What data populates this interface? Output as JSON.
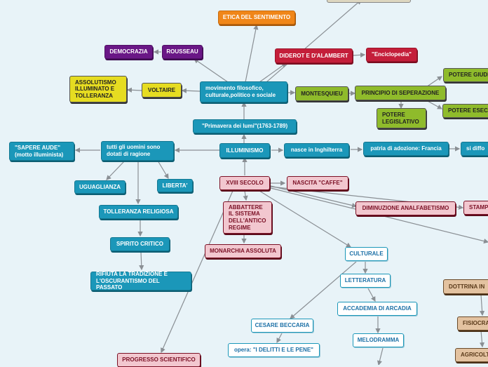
{
  "nodes": {
    "etica": "ETICA DEL SENTIMENTO",
    "democrazia": "DEMOCRAZIA",
    "rousseau": "ROUSSEAU",
    "diderot": "DIDEROT E D'ALAMBERT",
    "enciclopedia": "\"Enciclopedia\"",
    "assolutismo": "ASSOLUTISMO\nILLUMINATO E\nTOLLERANZA",
    "voltaire": "VOLTAIRE",
    "movimento": "movimento filosofico,\nculturale,politico e sociale",
    "montesquieu": "MONTESQUIEU",
    "principio": "PRINCIPIO DI SEPERAZIONE",
    "potere_giud": "POTERE GIUDI",
    "potere_legislativo": "POTERE\nLEGISLATIVO",
    "potere_esec": "POTERE ESECU",
    "primavera": "\"Primavera dei lumi\"(1763-1789)",
    "sapere_aude": "\"SAPERE AUDE\"\n(motto illuminista)",
    "tutti_uomini": "tutti gli uomini sono\ndotati di ragione",
    "illuminismo": "ILLUMINISMO",
    "nasce": "nasce in Inghilterra",
    "patria": "patria di adozione: Francia",
    "si_diffo": "si diffo",
    "uguaglianza": "UGUAGLIANZA",
    "liberta": "LIBERTA'",
    "xviii": "XVIII SECOLO",
    "nascita_caffe": "NASCITA \"CAFFE\"",
    "abbattere": "ABBATTERE\nIL SISTEMA\nDELL'ANTICO\nREGIME",
    "diminuzione": "DIMINUZIONE ANALFABETISMO",
    "stamp": "STAMP",
    "tolleranza_rel": "TOLLERANZA RELIGIOSA",
    "spirito": "SPIRITO CRITICO",
    "monarchia": "MONARCHIA ASSOLUTA",
    "culturale": "CULTURALE",
    "letteratura": "LETTERATURA",
    "rifiuta": "RIFIUTA LA TRADIZIONE E\nL'OSCURANTISMO DEL PASSATO",
    "accademia": "ACCADEMIA DI ARCADIA",
    "dottrina": "DOTTRINA IN",
    "cesare": "CESARE BECCARIA",
    "melodramma": "MELODRAMMA",
    "fisiocra": "FISIOCRA",
    "opera": "opera: \"I DELITTI E LE PENE\"",
    "agricolt": "AGRICOLT",
    "progresso": "PROGRESSO SCIENTIFICO"
  }
}
